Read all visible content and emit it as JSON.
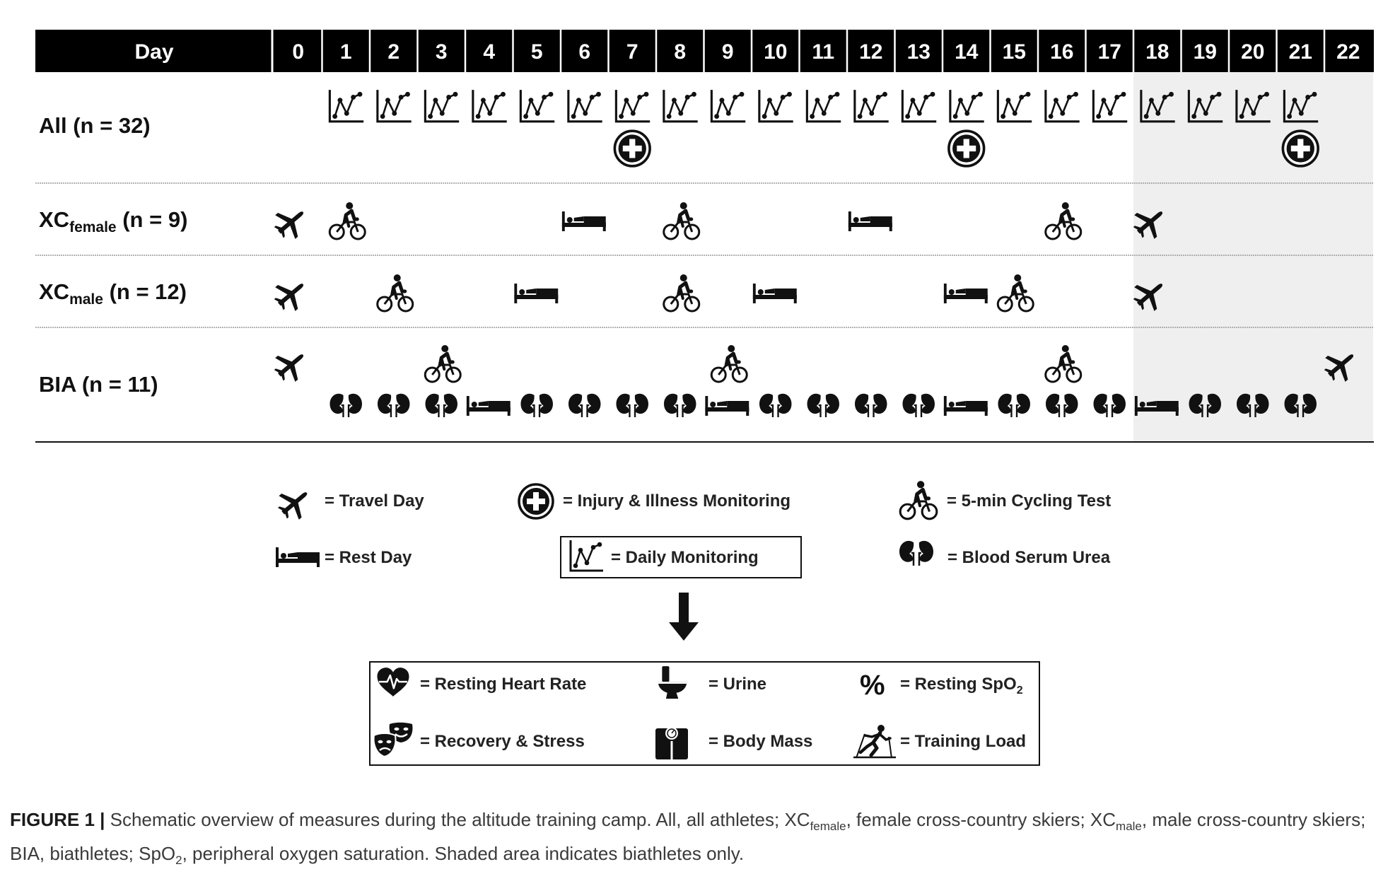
{
  "header": {
    "day_label": "Day",
    "days": [
      "0",
      "1",
      "2",
      "3",
      "4",
      "5",
      "6",
      "7",
      "8",
      "9",
      "10",
      "11",
      "12",
      "13",
      "14",
      "15",
      "16",
      "17",
      "18",
      "19",
      "20",
      "21",
      "22"
    ]
  },
  "rows": [
    {
      "id": "all",
      "label": "All (n = 32)",
      "label_main": "All",
      "label_sub": "",
      "label_n": " (n = 32)",
      "top_events": [
        {
          "day": 1,
          "icon": "daily-monitoring-icon"
        },
        {
          "day": 2,
          "icon": "daily-monitoring-icon"
        },
        {
          "day": 3,
          "icon": "daily-monitoring-icon"
        },
        {
          "day": 4,
          "icon": "daily-monitoring-icon"
        },
        {
          "day": 5,
          "icon": "daily-monitoring-icon"
        },
        {
          "day": 6,
          "icon": "daily-monitoring-icon"
        },
        {
          "day": 7,
          "icon": "daily-monitoring-icon"
        },
        {
          "day": 8,
          "icon": "daily-monitoring-icon"
        },
        {
          "day": 9,
          "icon": "daily-monitoring-icon"
        },
        {
          "day": 10,
          "icon": "daily-monitoring-icon"
        },
        {
          "day": 11,
          "icon": "daily-monitoring-icon"
        },
        {
          "day": 12,
          "icon": "daily-monitoring-icon"
        },
        {
          "day": 13,
          "icon": "daily-monitoring-icon"
        },
        {
          "day": 14,
          "icon": "daily-monitoring-icon"
        },
        {
          "day": 15,
          "icon": "daily-monitoring-icon"
        },
        {
          "day": 16,
          "icon": "daily-monitoring-icon"
        },
        {
          "day": 17,
          "icon": "daily-monitoring-icon"
        },
        {
          "day": 18,
          "icon": "daily-monitoring-icon"
        },
        {
          "day": 19,
          "icon": "daily-monitoring-icon"
        },
        {
          "day": 20,
          "icon": "daily-monitoring-icon"
        },
        {
          "day": 21,
          "icon": "daily-monitoring-icon"
        }
      ],
      "bottom_events": [
        {
          "day": 7,
          "icon": "injury-illness-icon"
        },
        {
          "day": 14,
          "icon": "injury-illness-icon"
        },
        {
          "day": 21,
          "icon": "injury-illness-icon"
        }
      ]
    },
    {
      "id": "xc-female",
      "label": "XCfemale (n = 9)",
      "label_main": "XC",
      "label_sub": "female",
      "label_n": " (n = 9)",
      "top_events": [
        {
          "day": 0,
          "icon": "plane-icon"
        },
        {
          "day": 1,
          "icon": "cycling-icon"
        },
        {
          "day": 6,
          "icon": "bed-icon"
        },
        {
          "day": 8,
          "icon": "cycling-icon"
        },
        {
          "day": 12,
          "icon": "bed-icon"
        },
        {
          "day": 16,
          "icon": "cycling-icon"
        },
        {
          "day": 18,
          "icon": "plane-icon"
        }
      ],
      "bottom_events": []
    },
    {
      "id": "xc-male",
      "label": "XCmale (n = 12)",
      "label_main": "XC",
      "label_sub": "male",
      "label_n": " (n = 12)",
      "top_events": [
        {
          "day": 0,
          "icon": "plane-icon"
        },
        {
          "day": 2,
          "icon": "cycling-icon"
        },
        {
          "day": 5,
          "icon": "bed-icon"
        },
        {
          "day": 8,
          "icon": "cycling-icon"
        },
        {
          "day": 10,
          "icon": "bed-icon"
        },
        {
          "day": 14,
          "icon": "bed-icon"
        },
        {
          "day": 15,
          "icon": "cycling-icon"
        },
        {
          "day": 18,
          "icon": "plane-icon"
        }
      ],
      "bottom_events": []
    },
    {
      "id": "bia",
      "label": "BIA (n = 11)",
      "label_main": "BIA",
      "label_sub": "",
      "label_n": " (n = 11)",
      "top_events": [
        {
          "day": 0,
          "icon": "plane-icon"
        },
        {
          "day": 3,
          "icon": "cycling-icon"
        },
        {
          "day": 9,
          "icon": "cycling-icon"
        },
        {
          "day": 16,
          "icon": "cycling-icon"
        },
        {
          "day": 22,
          "icon": "plane-icon"
        }
      ],
      "bottom_events": [
        {
          "day": 1,
          "icon": "kidney-icon"
        },
        {
          "day": 2,
          "icon": "kidney-icon"
        },
        {
          "day": 3,
          "icon": "kidney-icon"
        },
        {
          "day": 4,
          "icon": "bed-icon"
        },
        {
          "day": 5,
          "icon": "kidney-icon"
        },
        {
          "day": 6,
          "icon": "kidney-icon"
        },
        {
          "day": 7,
          "icon": "kidney-icon"
        },
        {
          "day": 8,
          "icon": "kidney-icon"
        },
        {
          "day": 9,
          "icon": "bed-icon"
        },
        {
          "day": 10,
          "icon": "kidney-icon"
        },
        {
          "day": 11,
          "icon": "kidney-icon"
        },
        {
          "day": 12,
          "icon": "kidney-icon"
        },
        {
          "day": 13,
          "icon": "kidney-icon"
        },
        {
          "day": 14,
          "icon": "bed-icon"
        },
        {
          "day": 15,
          "icon": "kidney-icon"
        },
        {
          "day": 16,
          "icon": "kidney-icon"
        },
        {
          "day": 17,
          "icon": "kidney-icon"
        },
        {
          "day": 18,
          "icon": "bed-icon"
        },
        {
          "day": 19,
          "icon": "kidney-icon"
        },
        {
          "day": 20,
          "icon": "kidney-icon"
        },
        {
          "day": 21,
          "icon": "kidney-icon"
        }
      ]
    }
  ],
  "shaded_from_day": 18,
  "legend": [
    {
      "icon": "plane-icon",
      "text": "= Travel Day"
    },
    {
      "icon": "injury-illness-icon",
      "text": "= Injury & Illness Monitoring"
    },
    {
      "icon": "cycling-icon",
      "text": "= 5-min Cycling Test"
    },
    {
      "icon": "bed-icon",
      "text": "= Rest Day"
    },
    {
      "icon": "daily-monitoring-icon",
      "text": "= Daily Monitoring"
    },
    {
      "icon": "kidney-icon",
      "text": "= Blood Serum Urea"
    }
  ],
  "daily_monitoring_detail": [
    {
      "icon": "heart-rate-icon",
      "text": "= Resting Heart Rate"
    },
    {
      "icon": "urine-icon",
      "text": "= Urine"
    },
    {
      "icon": "percent-icon",
      "text": "= Resting SpO",
      "sub": "2"
    },
    {
      "icon": "masks-icon",
      "text": "= Recovery & Stress"
    },
    {
      "icon": "scale-icon",
      "text": "= Body Mass"
    },
    {
      "icon": "skier-icon",
      "text": "= Training Load"
    }
  ],
  "icon_glyphs": {
    "percent-icon": "%"
  },
  "caption": {
    "label": "FIGURE 1 |",
    "part1": " Schematic overview of measures during the altitude training camp. All, all athletes; XC",
    "sub1": "female",
    "part2": ", female cross-country skiers; XC",
    "sub2": "male",
    "part3": ", male cross-country skiers; BIA, biathletes; SpO",
    "sub3": "2",
    "part4": ", peripheral oxygen saturation. Shaded area indicates biathletes only."
  },
  "colors": {
    "header_bg": "#000000",
    "header_text": "#ffffff",
    "shade": "#efefef",
    "icon": "#111111",
    "caption_text": "#3a3a3a"
  }
}
